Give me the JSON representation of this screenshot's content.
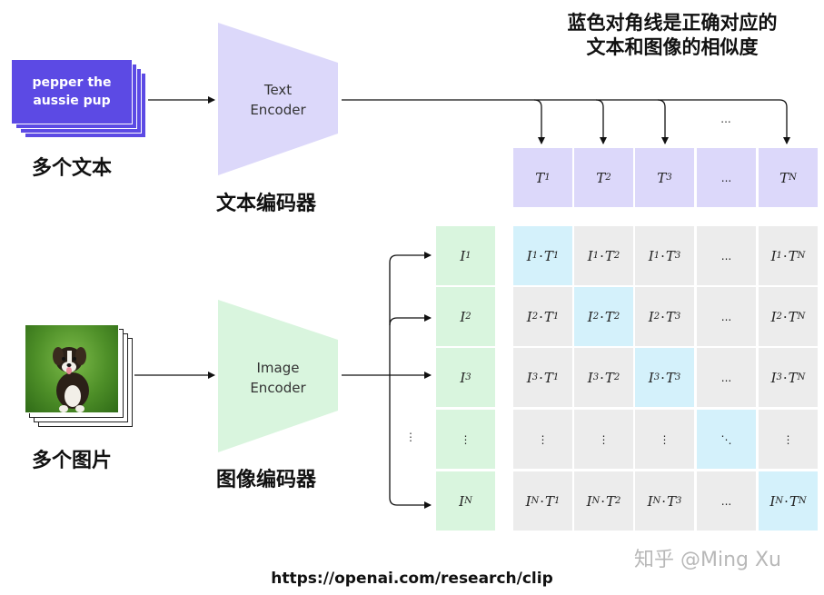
{
  "title": {
    "line1": "蓝色对角线是正确对应的",
    "line2": "文本和图像的相似度"
  },
  "text_input": {
    "line1": "pepper the",
    "line2": "aussie pup",
    "caption": "多个文本"
  },
  "image_input": {
    "caption": "多个图片"
  },
  "text_encoder": {
    "line1": "Text",
    "line2": "Encoder",
    "caption": "文本编码器"
  },
  "image_encoder": {
    "line1": "Image",
    "line2": "Encoder",
    "caption": "图像编码器"
  },
  "arrow_dots": "...",
  "text_embeddings": [
    {
      "base": "T",
      "sub": "1"
    },
    {
      "base": "T",
      "sub": "2"
    },
    {
      "base": "T",
      "sub": "3"
    },
    {
      "base": "...",
      "sub": ""
    },
    {
      "base": "T",
      "sub": "N"
    }
  ],
  "image_embeddings": [
    {
      "base": "I",
      "sub": "1"
    },
    {
      "base": "I",
      "sub": "2"
    },
    {
      "base": "I",
      "sub": "3"
    },
    {
      "base": "⋮",
      "sub": ""
    },
    {
      "base": "I",
      "sub": "N"
    }
  ],
  "left_dots": "⋮",
  "matrix": [
    [
      {
        "i": "1",
        "t": "1"
      },
      {
        "i": "1",
        "t": "2"
      },
      {
        "i": "1",
        "t": "3"
      },
      {
        "txt": "..."
      },
      {
        "i": "1",
        "t": "N"
      }
    ],
    [
      {
        "i": "2",
        "t": "1"
      },
      {
        "i": "2",
        "t": "2"
      },
      {
        "i": "2",
        "t": "3"
      },
      {
        "txt": "..."
      },
      {
        "i": "2",
        "t": "N"
      }
    ],
    [
      {
        "i": "3",
        "t": "1"
      },
      {
        "i": "3",
        "t": "2"
      },
      {
        "i": "3",
        "t": "3"
      },
      {
        "txt": "..."
      },
      {
        "i": "3",
        "t": "N"
      }
    ],
    [
      {
        "txt": "⋮"
      },
      {
        "txt": "⋮"
      },
      {
        "txt": "⋮"
      },
      {
        "txt": "⋱"
      },
      {
        "txt": "⋮"
      }
    ],
    [
      {
        "i": "N",
        "t": "1"
      },
      {
        "i": "N",
        "t": "2"
      },
      {
        "i": "N",
        "t": "3"
      },
      {
        "txt": "..."
      },
      {
        "i": "N",
        "t": "N"
      }
    ]
  ],
  "watermark": "知乎 @Ming Xu",
  "source_url": "https://openai.com/research/clip",
  "colors": {
    "text_card": "#5c4ae4",
    "text_embedding": "#dcd8fa",
    "image_embedding": "#d9f5de",
    "matrix_cell": "#ececec",
    "diagonal_cell": "#d4f1fb"
  }
}
